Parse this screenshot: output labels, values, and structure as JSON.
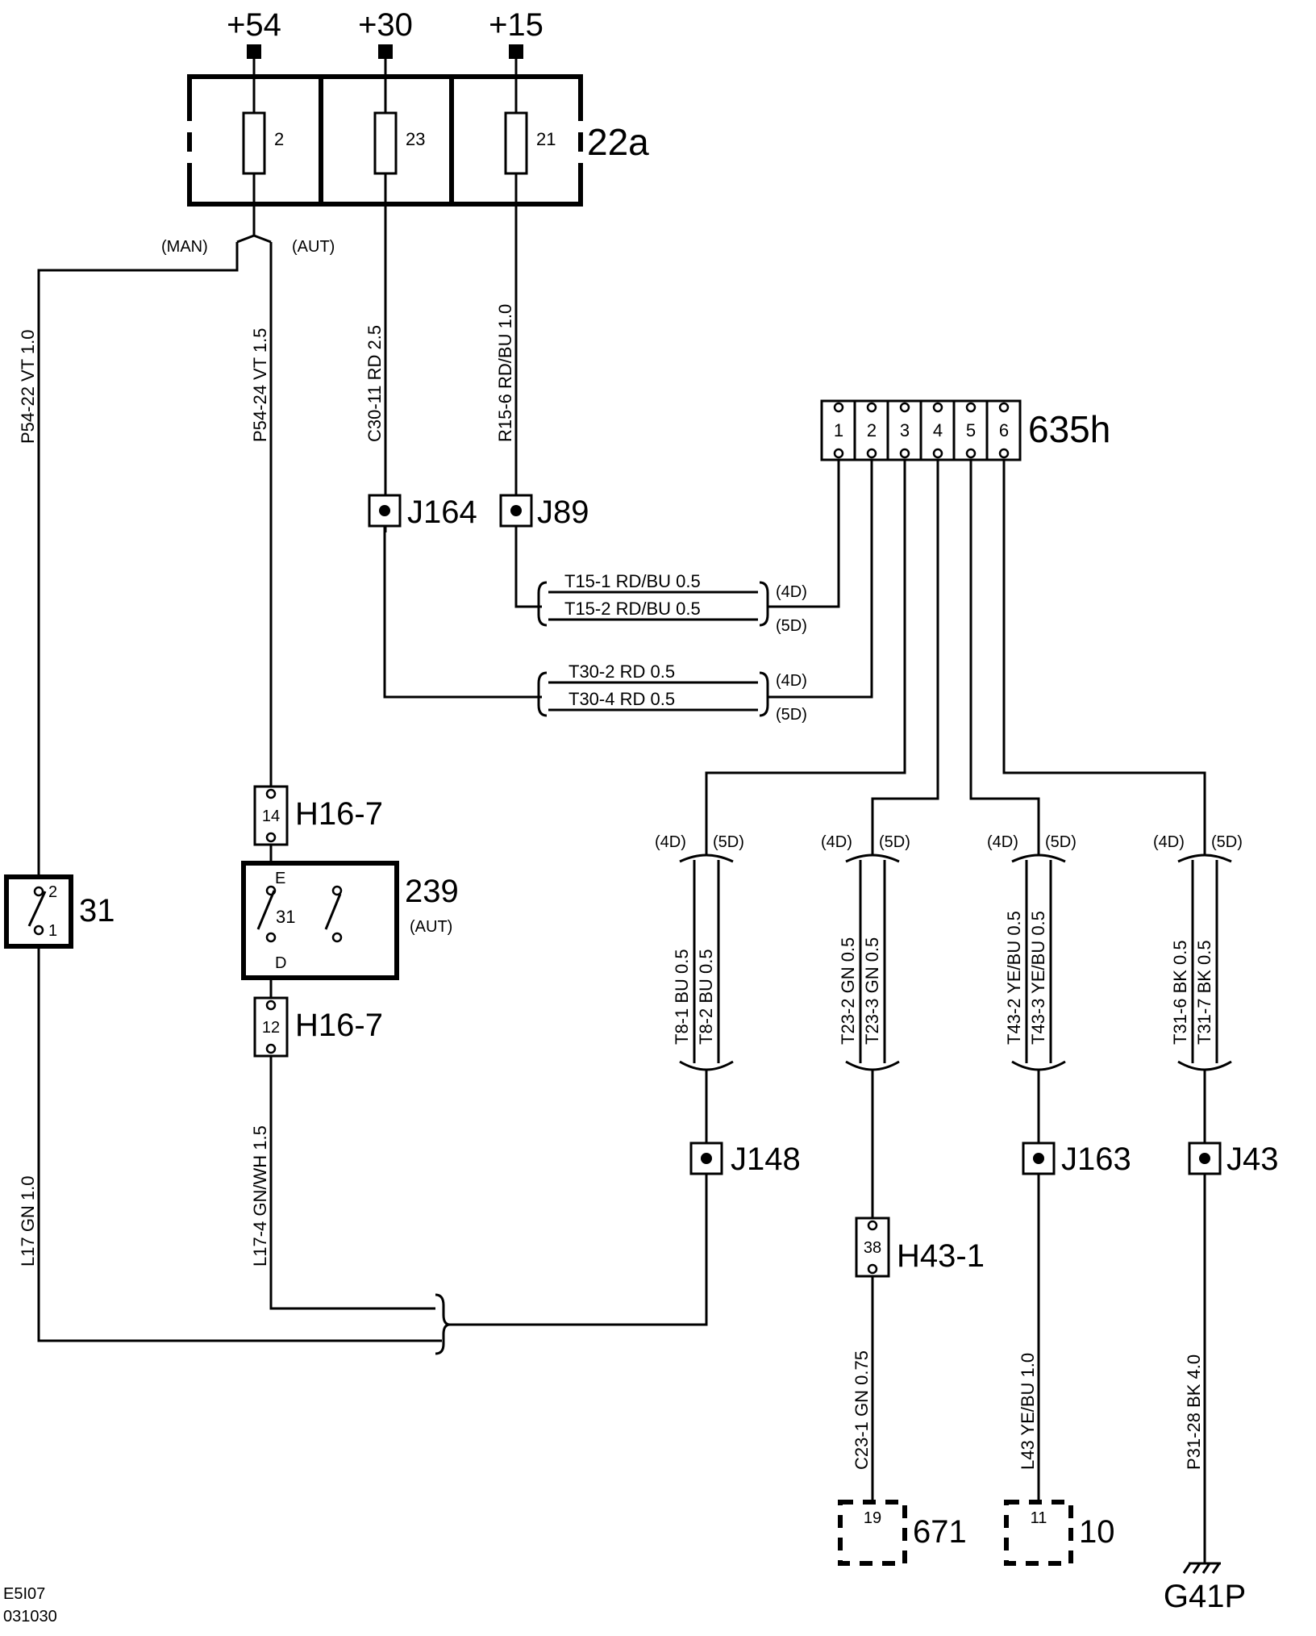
{
  "power": [
    "+54",
    "+30",
    "+15"
  ],
  "fuse_box": {
    "label": "22a",
    "fuses": [
      "2",
      "23",
      "21"
    ]
  },
  "man_aut": [
    "(MAN)",
    "(AUT)"
  ],
  "wires": {
    "p54_22": "P54-22  VT  1.0",
    "p54_24": "P54-24  VT  1.5",
    "c30_11": "C30-11  RD  2.5",
    "r15_6": "R15-6  RD/BU  1.0",
    "t15_1": "T15-1   RD/BU   0.5",
    "t15_2": "T15-2   RD/BU   0.5",
    "t30_2": "T30-2    RD    0.5",
    "t30_4": "T30-4    RD    0.5",
    "t8_1": "T8-1  BU  0.5",
    "t8_2": "T8-2  BU  0.5",
    "t23_2": "T23-2  GN  0.5",
    "t23_3": "T23-3  GN  0.5",
    "t43_2": "T43-2  YE/BU  0.5",
    "t43_3": "T43-3  YE/BU  0.5",
    "t31_6": "T31-6  BK  0.5",
    "t31_7": "T31-7  BK  0.5",
    "l17": "L17  GN  1.0",
    "l17_4": "L17-4  GN/WH  1.5",
    "c23_1": "C23-1  GN  0.75",
    "l43": "L43  YE/BU  1.0",
    "p31_28": "P31-28  BK  4.0"
  },
  "variants": {
    "d4": "(4D)",
    "d5": "(5D)"
  },
  "connector_635h": {
    "label": "635h",
    "pins": [
      "1",
      "2",
      "3",
      "4",
      "5",
      "6"
    ]
  },
  "junctions": [
    "J164",
    "J89",
    "J148",
    "J163",
    "J43"
  ],
  "connectors": {
    "h16_top": {
      "label": "H16-7",
      "pin": "14"
    },
    "h16_bot": {
      "label": "H16-7",
      "pin": "12"
    },
    "h43": {
      "label": "H43-1",
      "pin": "38"
    }
  },
  "switch_31": {
    "label": "31",
    "pin_a": "2",
    "pin_b": "1"
  },
  "module_239": {
    "label": "239",
    "sub": "(AUT)",
    "pin_e": "E",
    "pin_d": "D",
    "inner": "31"
  },
  "components": [
    {
      "label": "671",
      "pin": "19"
    },
    {
      "label": "10",
      "pin": "11"
    }
  ],
  "ground": "G41P",
  "footer": [
    "E5I07",
    "031030"
  ]
}
